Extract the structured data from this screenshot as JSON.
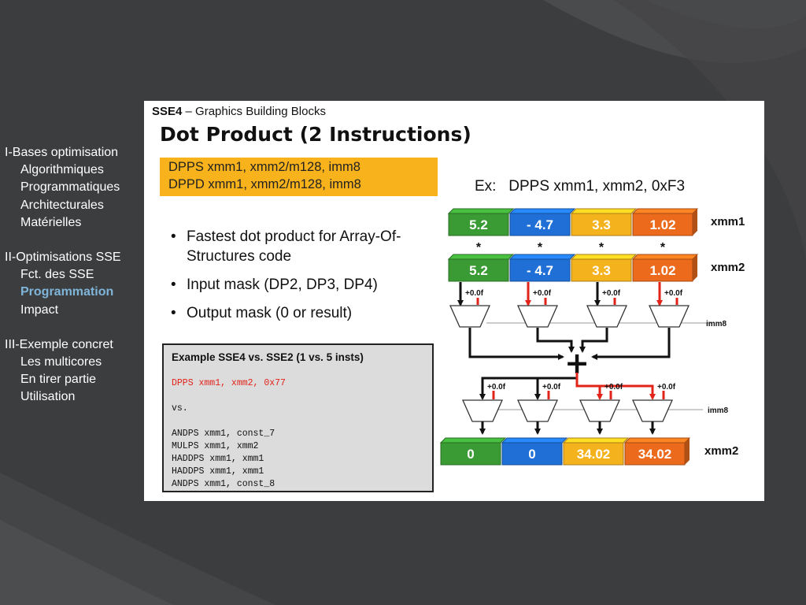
{
  "outline": {
    "sections": [
      {
        "label": "I-Bases optimisation",
        "items": [
          "Algorithmiques",
          "Programmatiques",
          "Architecturales",
          "Matérielles"
        ]
      },
      {
        "label": "II-Optimisations SSE",
        "items": [
          "Fct. des SSE",
          "Programmation",
          "Impact"
        ]
      },
      {
        "label": "III-Exemple concret",
        "items": [
          "Les multicores",
          "En tirer partie",
          "Utilisation"
        ]
      }
    ],
    "active_item": "Programmation"
  },
  "slide": {
    "header_prefix": "SSE4",
    "header_suffix": " – Graphics Building Blocks",
    "title": "Dot Product (2 Instructions)",
    "instructions": [
      "DPPS xmm1, xmm2/m128, imm8",
      "DPPD xmm1, xmm2/m128, imm8"
    ],
    "example": "Ex:   DPPS xmm1, xmm2, 0xF3",
    "bullets": [
      "Fastest dot product for Array-Of-Structures code",
      "Input mask (DP2, DP3, DP4)",
      "Output mask (0 or result)"
    ],
    "code_box": {
      "title": "Example SSE4 vs. SSE2 (1 vs. 5 insts)",
      "lines": [
        {
          "text": "DPPS xmm1, xmm2, 0x77",
          "red": true
        },
        {
          "text": "",
          "red": false
        },
        {
          "text": "vs.",
          "red": false
        },
        {
          "text": "",
          "red": false
        },
        {
          "text": "ANDPS xmm1, const_7",
          "red": false
        },
        {
          "text": "MULPS xmm1, xmm2",
          "red": false
        },
        {
          "text": "HADDPS xmm1, xmm1",
          "red": false
        },
        {
          "text": "HADDPS xmm1, xmm1",
          "red": false
        },
        {
          "text": "ANDPS xmm1, const_8",
          "red": false
        }
      ]
    },
    "diagram": {
      "xmm1": {
        "label": "xmm1",
        "values": [
          "5.2",
          "- 4.7",
          "3.3",
          "1.02"
        ]
      },
      "multiply_symbol": "*",
      "xmm2": {
        "label": "xmm2",
        "values": [
          "5.2",
          "- 4.7",
          "3.3",
          "1.02"
        ]
      },
      "zero_label": "+0.0f",
      "imm_label": "imm8",
      "sum_symbol": "+",
      "result": {
        "label": "xmm2",
        "values": [
          "0",
          "0",
          "34.02",
          "34.02"
        ]
      },
      "cell_colors": [
        "#3a9a33",
        "#1f6fd6",
        "#f4b21d",
        "#ec6a1c"
      ],
      "arrow_active_color": "#e2231a"
    }
  }
}
